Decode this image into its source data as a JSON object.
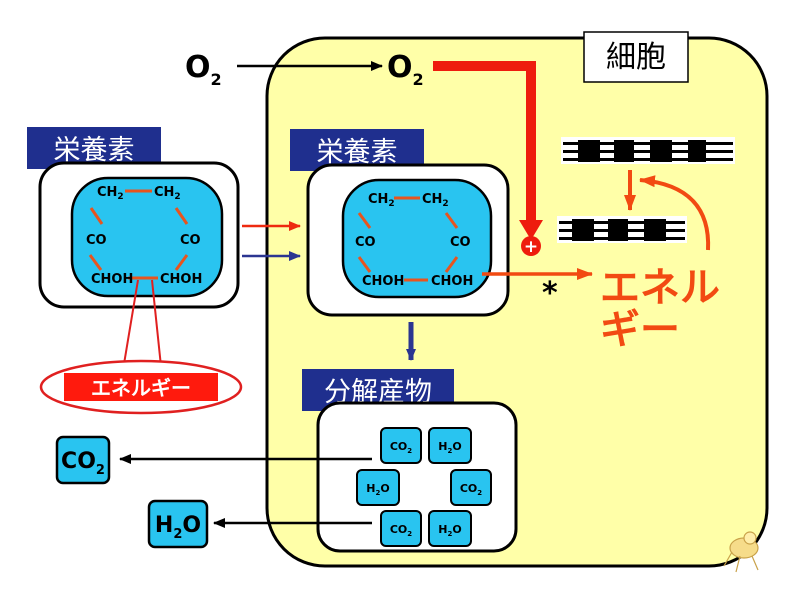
{
  "cell_label": "細胞",
  "oxygen": {
    "symbol": "O",
    "sub": "2"
  },
  "nutrient_label": "栄養素",
  "ring": {
    "top_left": "CH",
    "top_right": "CH",
    "ch_sub": "2",
    "mid_left": "CO",
    "mid_right": "CO",
    "bot_left": "CHOH",
    "bot_right": "CHOH"
  },
  "energy_callout": "エネルギー",
  "energy_line1": "エネル",
  "energy_line2": "ギー",
  "plus": "+",
  "asterisk": "*",
  "products_label": "分解産物",
  "co2": {
    "main": "CO",
    "sub": "2"
  },
  "h2o": {
    "a": "H",
    "sub": "2",
    "b": "O"
  },
  "colors": {
    "cell_fill": "#ffffa8",
    "nutrient_blue": "#29c4f0",
    "label_navy": "#1f2f8e",
    "energy_red": "#f24a12",
    "arrow_red": "#ee1c0d"
  }
}
